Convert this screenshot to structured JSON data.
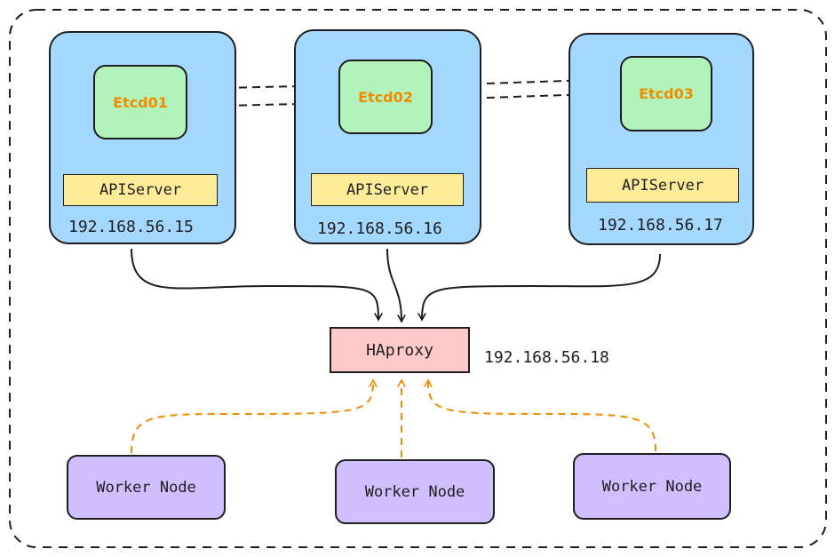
{
  "masters": [
    {
      "etcd": "Etcd01",
      "api": "APIServer",
      "ip": "192.168.56.15"
    },
    {
      "etcd": "Etcd02",
      "api": "APIServer",
      "ip": "192.168.56.16"
    },
    {
      "etcd": "Etcd03",
      "api": "APIServer",
      "ip": "192.168.56.17"
    }
  ],
  "haproxy": {
    "label": "HAproxy",
    "ip": "192.168.56.18"
  },
  "workers": [
    {
      "label": "Worker Node"
    },
    {
      "label": "Worker Node"
    },
    {
      "label": "Worker Node"
    }
  ],
  "colors": {
    "master_fill": "#a5d8ff",
    "etcd_fill": "#b2f2bb",
    "etcd_text": "#f08c00",
    "api_fill": "#ffec99",
    "haproxy_fill": "#ffc9c9",
    "worker_fill": "#d0bfff",
    "worker_link": "#f08c00",
    "stroke": "#1e1e1e"
  }
}
